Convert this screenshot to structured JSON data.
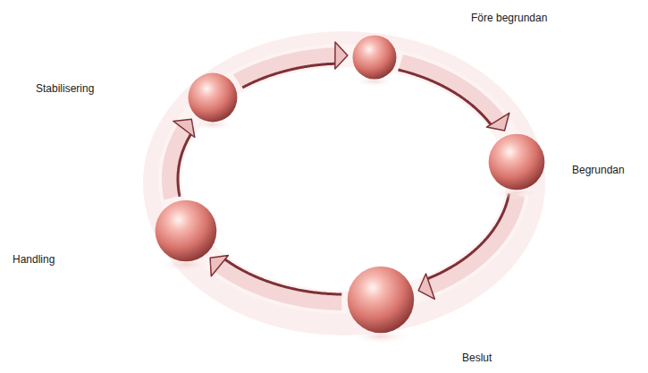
{
  "diagram": {
    "nodes": [
      {
        "text": [
          "Före begrundan"
        ]
      },
      {
        "text": [
          "Begrundan"
        ]
      },
      {
        "text": [
          "Beslut"
        ]
      },
      {
        "text": [
          "Handling"
        ]
      },
      {
        "text": [
          "Stabilisering"
        ]
      }
    ],
    "edges": [
      {
        "from": 0,
        "to": 1,
        "arrow": "to"
      },
      {
        "from": 1,
        "to": 2,
        "arrow": "to"
      },
      {
        "from": 2,
        "to": 3,
        "arrow": "to"
      },
      {
        "from": 3,
        "to": 4,
        "arrow": "to"
      },
      {
        "from": 4,
        "to": 0,
        "arrow": "to"
      }
    ]
  }
}
